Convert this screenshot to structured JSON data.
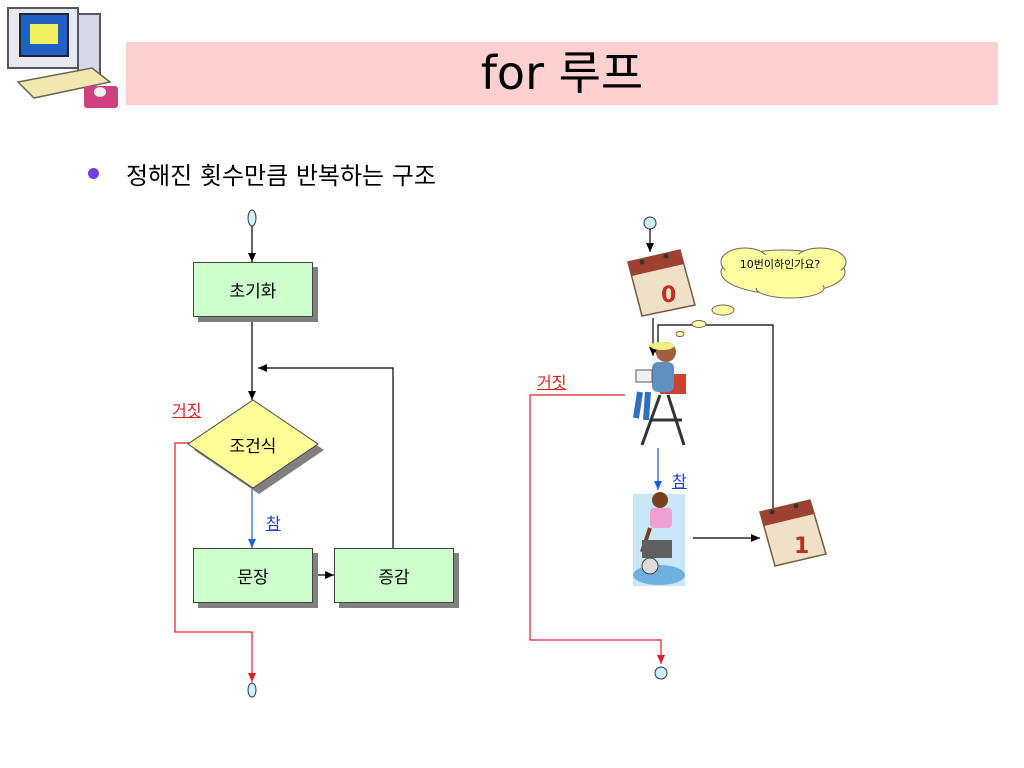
{
  "slide": {
    "title": "for 루프",
    "bullet": "정해진 횟수만큼 반복하는 구조"
  },
  "flowchart": {
    "init_label": "초기화",
    "condition_label": "조건식",
    "statement_label": "문장",
    "update_label": "증감",
    "false_label": "거짓",
    "true_label": "참"
  },
  "illustration": {
    "thought_bubble": "10번이하인가요?",
    "counter_start": "0",
    "counter_next": "1",
    "false_label": "거짓",
    "true_label": "참"
  },
  "colors": {
    "title_background": "#ffd0d0",
    "box_fill": "#ccffcc",
    "diamond_fill": "#ffff99",
    "false_arrow": "#e02020",
    "true_arrow": "#2060e0",
    "bullet": "#7040e0"
  },
  "icons": [
    "computer-clipart",
    "calendar-clipart",
    "reading-person-clipart",
    "cyclist-clipart",
    "thought-cloud"
  ]
}
